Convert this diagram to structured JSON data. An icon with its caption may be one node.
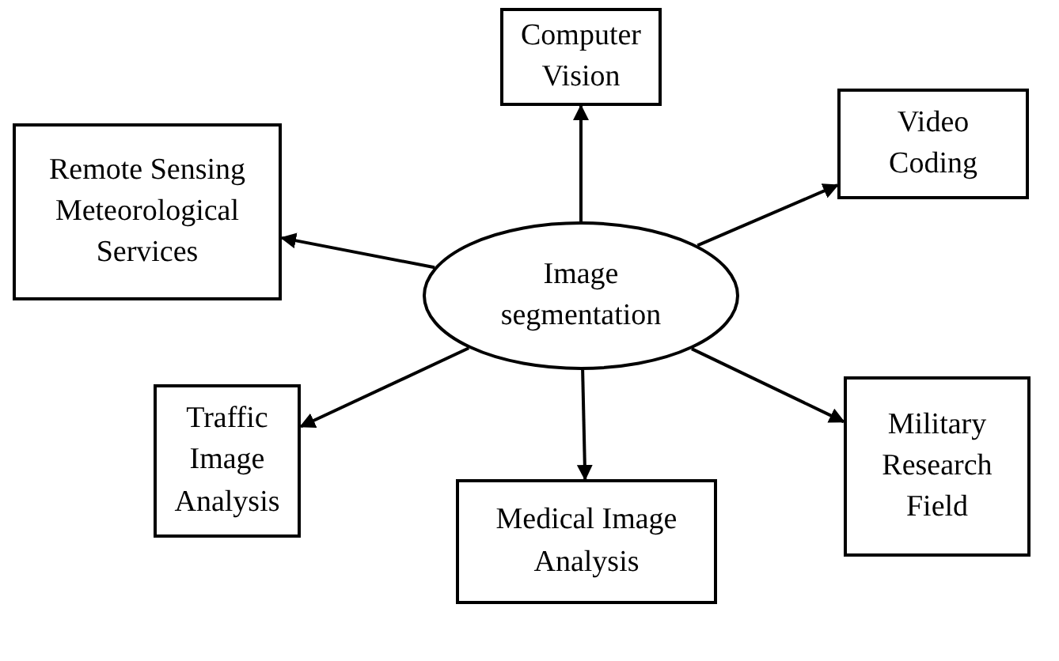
{
  "diagram": {
    "nodes": [
      {
        "text": [
          "Computer Vision"
        ]
      },
      {
        "text": [
          "Remote Sensing Meteorological Services"
        ]
      },
      {
        "text": [
          "Video Coding"
        ]
      },
      {
        "text": [
          "Image segmentation"
        ]
      },
      {
        "text": [
          "Traffic Image Analysis"
        ]
      },
      {
        "text": [
          "Military Research Field"
        ]
      },
      {
        "text": [
          "Medical Image Analysis"
        ]
      }
    ],
    "edges": [
      {
        "from": 3,
        "to": 0,
        "arrow": "to"
      },
      {
        "from": 3,
        "to": 1,
        "arrow": "to"
      },
      {
        "from": 3,
        "to": 2,
        "arrow": "to"
      },
      {
        "from": 3,
        "to": 4,
        "arrow": "to"
      },
      {
        "from": 3,
        "to": 5,
        "arrow": "to"
      },
      {
        "from": 3,
        "to": 6,
        "arrow": "to"
      }
    ]
  }
}
